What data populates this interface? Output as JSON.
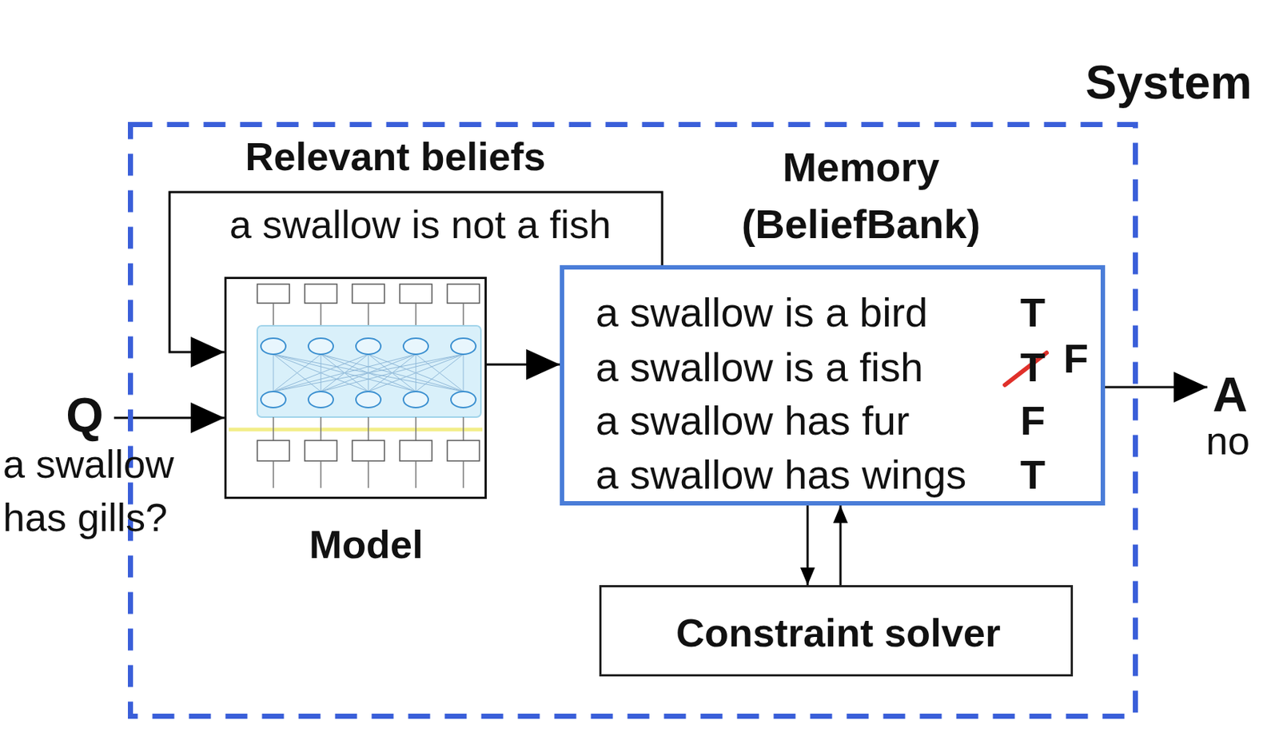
{
  "diagram": {
    "nodes": [
      {
        "text": [
          "System"
        ]
      },
      {
        "text": [
          "Model"
        ],
        "in": 0
      },
      {
        "text": [
          "Memory (BeliefBank)",
          "a swallow is a bird",
          "T",
          "a swallow is a fish",
          "T",
          "F",
          "a swallow has fur",
          "F",
          "a swallow has wings",
          "T"
        ],
        "in": 0
      },
      {
        "text": [
          "Constraint solver"
        ],
        "in": 0
      }
    ],
    "edges": [
      {
        "from": 1,
        "to": 2,
        "arrow": "to"
      },
      {
        "from": 2,
        "to": 1,
        "arrow": "to",
        "label": "Relevant beliefs"
      },
      {
        "from": 2,
        "to": 3,
        "arrow": "to"
      },
      {
        "from": 3,
        "to": 2,
        "arrow": "to"
      }
    ],
    "labels": [
      "a swallow is not a fish",
      "Q",
      "a swallow has gills?",
      "A",
      "no"
    ]
  }
}
